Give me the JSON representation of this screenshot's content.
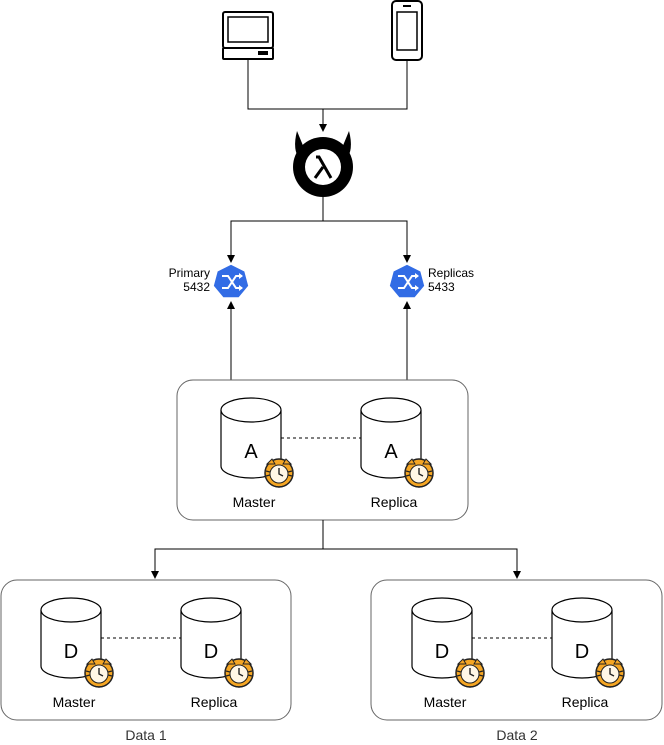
{
  "clients": {
    "laptop_icon": "laptop-icon",
    "phone_icon": "mobile-phone-icon"
  },
  "proxy": {
    "icon": "lambda-proxy-icon"
  },
  "services": {
    "primary": {
      "name": "Primary",
      "port": "5432",
      "icon": "kubernetes-service-icon"
    },
    "replicas": {
      "name": "Replicas",
      "port": "5433",
      "icon": "kubernetes-service-icon"
    }
  },
  "coordinator": {
    "master": {
      "db": "A",
      "label": "Master"
    },
    "replica": {
      "db": "A",
      "label": "Replica"
    }
  },
  "groups": [
    {
      "name": "Data 1",
      "master": {
        "db": "D",
        "label": "Master"
      },
      "replica": {
        "db": "D",
        "label": "Replica"
      }
    },
    {
      "name": "Data 2",
      "master": {
        "db": "D",
        "label": "Master"
      },
      "replica": {
        "db": "D",
        "label": "Replica"
      }
    }
  ],
  "colors": {
    "service_blue": "#326ce5",
    "tiger_orange": "#f5a623",
    "line": "#000000",
    "group_border": "#666666"
  }
}
